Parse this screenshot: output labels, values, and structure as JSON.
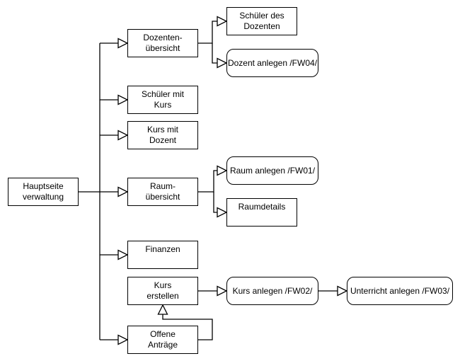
{
  "diagram": {
    "background_color": "#ffffff",
    "stroke_color": "#000000",
    "text_color": "#000000",
    "nodes": {
      "hauptseite": {
        "line1": "Hauptseite",
        "line2": "verwaltung"
      },
      "dozenten_uebersicht": {
        "line1": "Dozenten-",
        "line2": "übersicht"
      },
      "schueler_mit_kurs": {
        "line1": "Schüler mit",
        "line2": "Kurs"
      },
      "kurs_mit_dozent": {
        "line1": "Kurs mit",
        "line2": "Dozent"
      },
      "raum_uebersicht": {
        "line1": "Raum-",
        "line2": "übersicht"
      },
      "finanzen": {
        "line1": "Finanzen",
        "line2": ""
      },
      "kurs_erstellen": {
        "line1": "Kurs",
        "line2": "erstellen"
      },
      "offene_antraege": {
        "line1": "Offene",
        "line2": "Anträge"
      },
      "schueler_des_dozenten": {
        "line1": "Schüler des",
        "line2": "Dozenten"
      },
      "raumdetails": {
        "line1": "Raumdetails",
        "line2": ""
      },
      "dozent_anlegen": {
        "label": "Dozent anlegen /FW04/"
      },
      "raum_anlegen": {
        "label": "Raum anlegen /FW01/"
      },
      "kurs_anlegen": {
        "label": "Kurs anlegen /FW02/"
      },
      "unterricht_anlegen": {
        "label": "Unterricht anlegen /FW03/"
      }
    }
  }
}
